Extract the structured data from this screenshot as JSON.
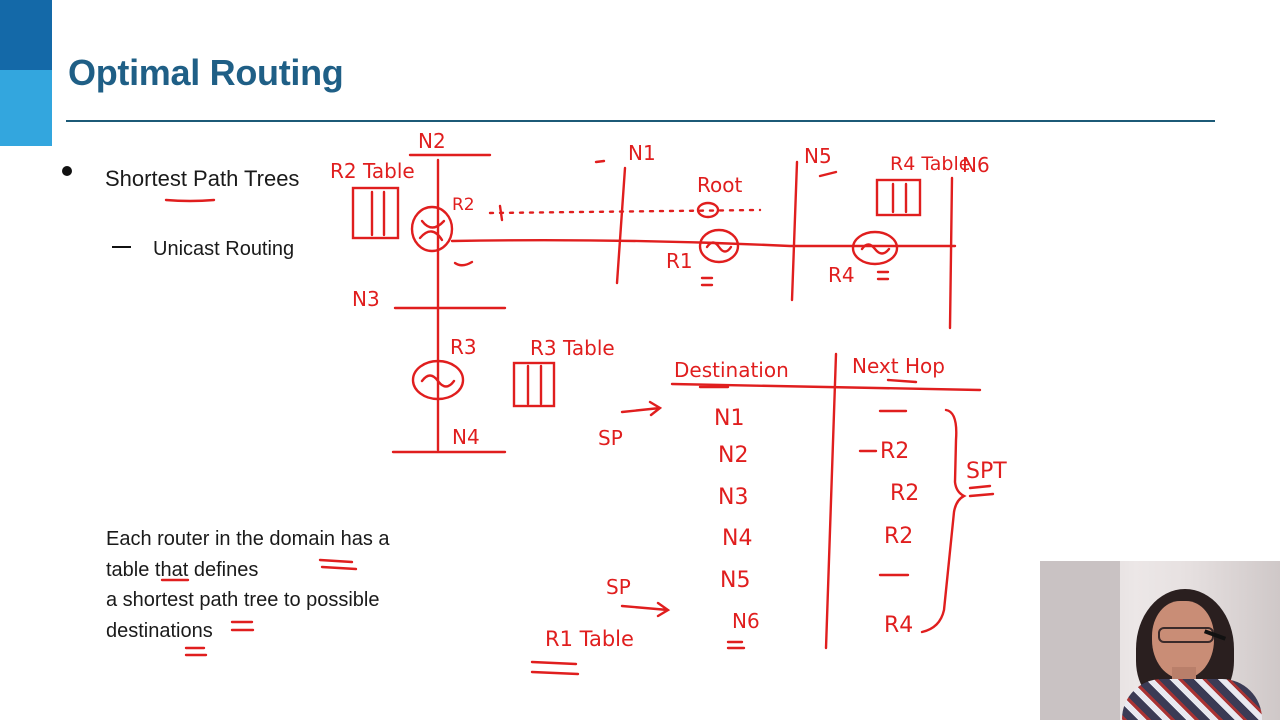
{
  "slide": {
    "title": "Optimal Routing",
    "bullet_main": "Shortest Path Trees",
    "bullet_sub": "Unicast Routing",
    "paragraph": [
      "Each router in the domain has a",
      "table that defines",
      "a shortest path tree to possible",
      "destinations"
    ]
  },
  "handwriting": {
    "labels": {
      "n1": "N1",
      "n2": "N2",
      "n3": "N3",
      "n4": "N4",
      "n5": "N5",
      "n6": "N6",
      "r1": "R1",
      "r2": "R2",
      "r3": "R3",
      "r4": "R4",
      "root": "Root",
      "r2_table": "R2 Table",
      "r3_table": "R3 Table",
      "r4_table": "R4 Table",
      "r1_table": "R1 Table",
      "sp_1": "SP",
      "sp_2": "SP",
      "spt": "SPT"
    },
    "routing_table": {
      "headers": [
        "Destination",
        "Next Hop"
      ],
      "rows": [
        {
          "destination": "N1",
          "next_hop": "—"
        },
        {
          "destination": "N2",
          "next_hop": "R2"
        },
        {
          "destination": "N3",
          "next_hop": "R2"
        },
        {
          "destination": "N4",
          "next_hop": "R2"
        },
        {
          "destination": "N5",
          "next_hop": "—"
        },
        {
          "destination": "N6",
          "next_hop": "R4"
        }
      ]
    }
  },
  "colors": {
    "ink": "#e01e1e",
    "title": "#1f5f86",
    "accent_dark": "#1469a8",
    "accent_light": "#33a6de"
  }
}
